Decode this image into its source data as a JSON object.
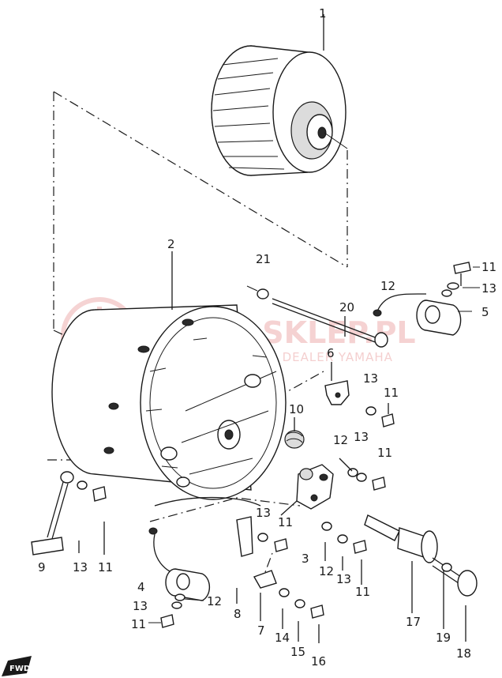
{
  "watermark": {
    "brand": "YAMA-SKLEP.PL",
    "subtitle": "WOJCIECHOWICZ | DEALER YAMAHA",
    "logo": "yamaha-tuning-fork-logo",
    "color": "#f2c4c4"
  },
  "fwd_mark": "FWD",
  "callouts": {
    "c1": "1",
    "c2": "2",
    "c21": "21",
    "c20": "20",
    "c11_top": "11",
    "c12_top": "12",
    "c13_top": "13",
    "c5": "5",
    "c6": "6",
    "c13_mid": "13",
    "c11_mid": "11",
    "c10": "10",
    "c13_mid2": "13",
    "c12_mid": "12",
    "c11_mid2": "11",
    "c11_lower": "11",
    "c13_lower": "13",
    "c3": "3",
    "c12_lower": "12",
    "c13_lower2": "13",
    "c11_lower2": "11",
    "c9": "9",
    "c13_left": "13",
    "c11_left": "11",
    "c4": "4",
    "c13_bl": "13",
    "c12_bl": "12",
    "c11_bl": "11",
    "c8": "8",
    "c7": "7",
    "c14": "14",
    "c15": "15",
    "c16": "16",
    "c17": "17",
    "c19": "19",
    "c18": "18"
  }
}
